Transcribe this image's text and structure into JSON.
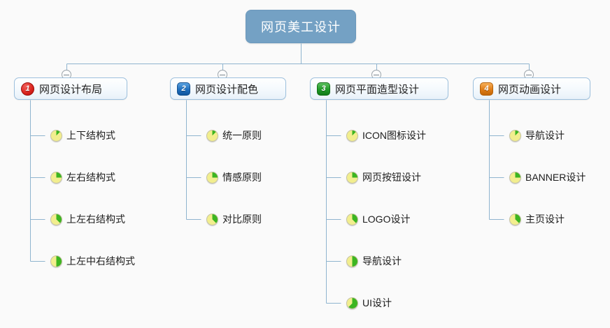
{
  "diagram": {
    "title": "网页美工设计",
    "background_color": "#fafafa",
    "line_color": "#8fb4cf",
    "root": {
      "label": "网页美工设计",
      "fill_color": "#74a1c4",
      "text_color": "#ffffff"
    },
    "collapse_icon": "minus-circle-icon",
    "branches": [
      {
        "number": "1",
        "badge_shape": "circle",
        "badge_color": "#d8211c",
        "label": "网页设计布局",
        "children": [
          {
            "label": "上下结构式",
            "progress": 12
          },
          {
            "label": "左右结构式",
            "progress": 25
          },
          {
            "label": "上左右结构式",
            "progress": 37
          },
          {
            "label": "上左中右结构式",
            "progress": 50
          }
        ]
      },
      {
        "number": "2",
        "badge_shape": "rounded-square",
        "badge_color": "#1f6fbe",
        "label": "网页设计配色",
        "children": [
          {
            "label": "统一原则",
            "progress": 12
          },
          {
            "label": "情感原则",
            "progress": 25
          },
          {
            "label": "对比原则",
            "progress": 37
          }
        ]
      },
      {
        "number": "3",
        "badge_shape": "rounded-square",
        "badge_color": "#1e9a26",
        "label": "网页平面造型设计",
        "children": [
          {
            "label": "ICON图标设计",
            "progress": 12
          },
          {
            "label": "网页按钮设计",
            "progress": 25
          },
          {
            "label": "LOGO设计",
            "progress": 37
          },
          {
            "label": "导航设计",
            "progress": 50
          },
          {
            "label": "UI设计",
            "progress": 62
          }
        ]
      },
      {
        "number": "4",
        "badge_shape": "rounded-square",
        "badge_color": "#e07d16",
        "label": "网页动画设计",
        "children": [
          {
            "label": "导航设计",
            "progress": 12
          },
          {
            "label": "BANNER设计",
            "progress": 25
          },
          {
            "label": "主页设计",
            "progress": 37
          }
        ]
      }
    ],
    "pie_icon": {
      "name": "progress-pie-icon",
      "base_color": "#f2ee8e",
      "fill_color": "#3cb521"
    }
  }
}
